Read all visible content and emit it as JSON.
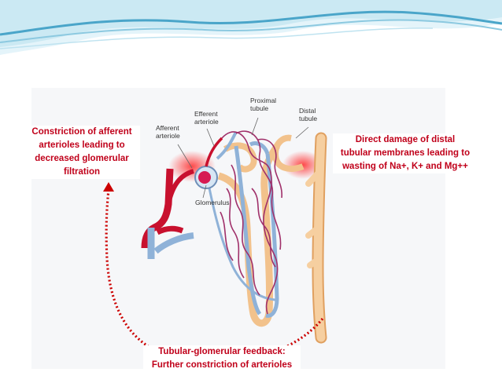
{
  "colors": {
    "text_red": "#c0001a",
    "wave_dark": "#4aa5c9",
    "wave_light": "#cbe9f3",
    "artery": "#c8102e",
    "vein": "#8fb2d8",
    "tubule": "#f2c28c",
    "arrow": "#cc0000"
  },
  "captions": {
    "left": [
      "Constriction of afferent",
      "arterioles leading to",
      "decreased glomerular",
      "filtration"
    ],
    "right": [
      "Direct damage of distal",
      "tubular membranes leading to",
      "wasting of Na+, K+ and Mg++"
    ],
    "bottom": [
      "Tubular-glomerular feedback:",
      "Further constriction of arterioles"
    ]
  },
  "labels": {
    "afferent": [
      "Afferent",
      "arteriole"
    ],
    "efferent": [
      "Efferent",
      "arteriole"
    ],
    "proximal": [
      "Proximal",
      "tubule"
    ],
    "distal": [
      "Distal",
      "tubule"
    ],
    "glomerulus": "Glomerulus"
  }
}
